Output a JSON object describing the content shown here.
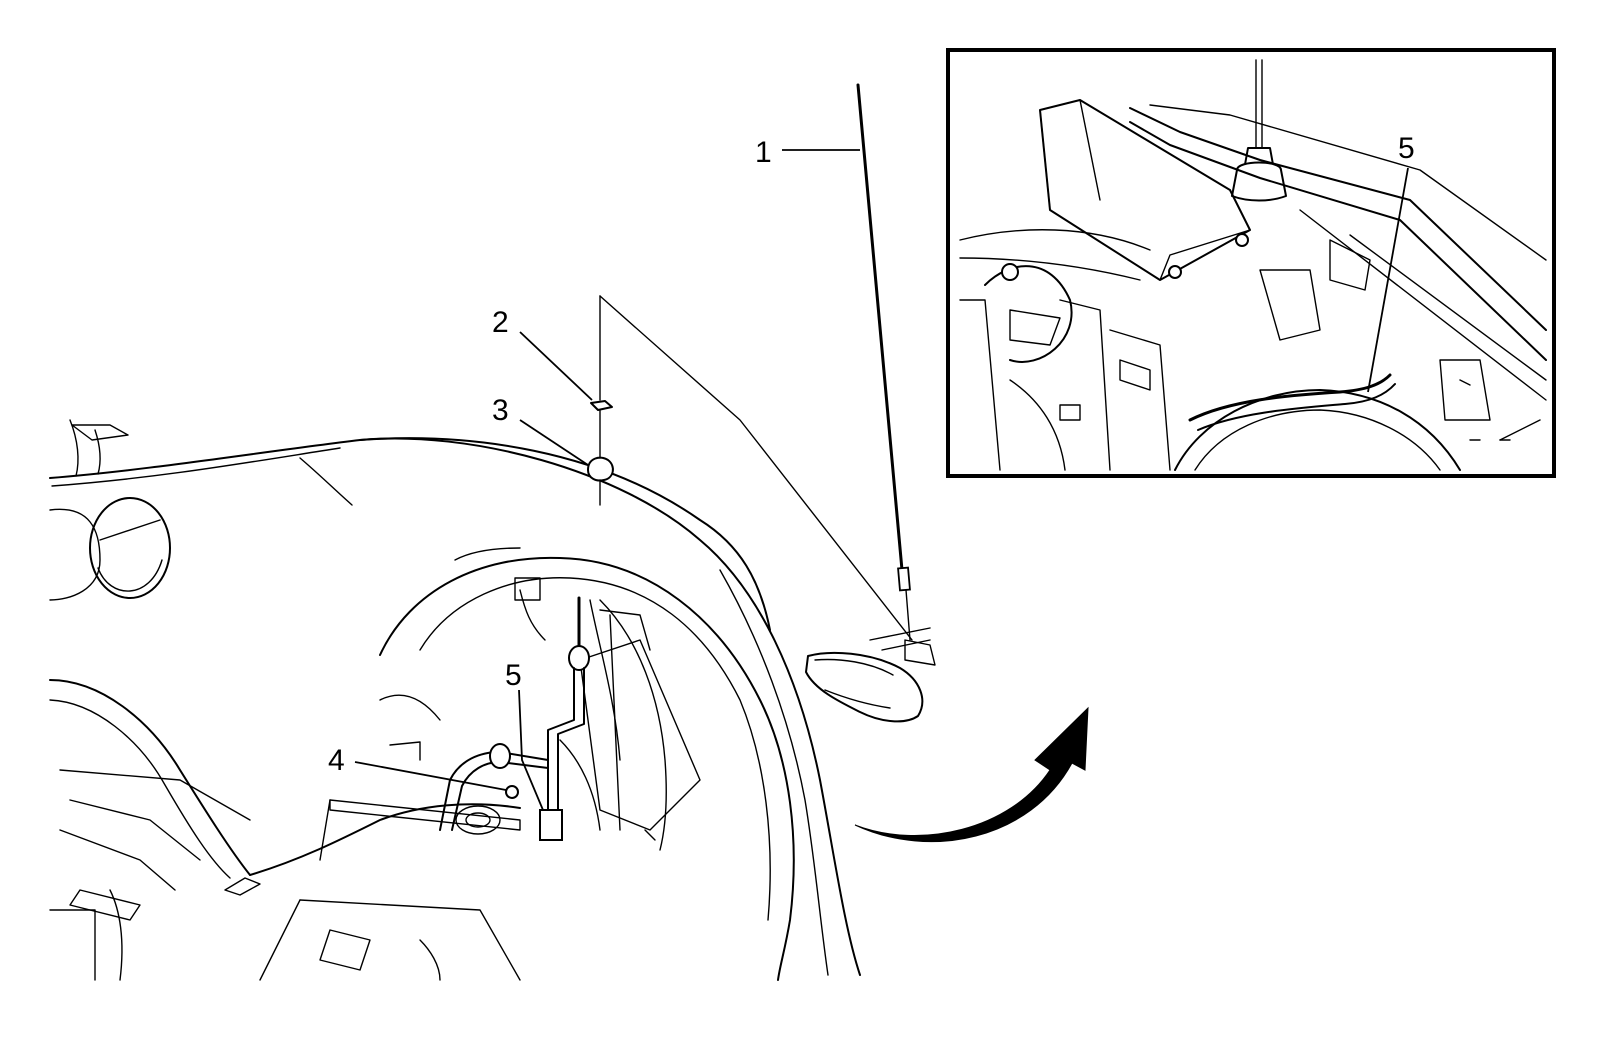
{
  "callouts": {
    "c1": "1",
    "c2": "2",
    "c3": "3",
    "c4": "4",
    "c5": "5",
    "c5_inset": "5"
  },
  "colors": {
    "ink": "#000000",
    "paper": "#ffffff"
  },
  "icons": {
    "arrow": "curved-arrow-icon"
  }
}
